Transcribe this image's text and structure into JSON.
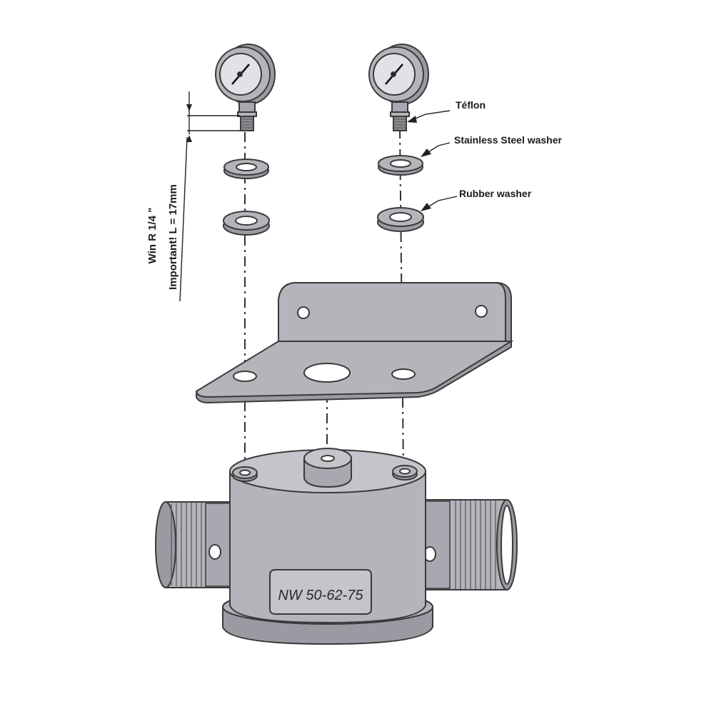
{
  "callouts": {
    "teflon": "Téflon",
    "stainless_washer": "Stainless Steel washer",
    "rubber_washer": "Rubber washer"
  },
  "dimension": {
    "thread": "Win R 1/4 \"",
    "length_note": "Important! L = 17mm"
  },
  "nameplate": {
    "text": "NW 50-62-75"
  },
  "colors": {
    "body_fill": "#b4b4bb",
    "body_dark": "#9a9aa2",
    "outline": "#3a3a3a",
    "background": "#ffffff"
  }
}
